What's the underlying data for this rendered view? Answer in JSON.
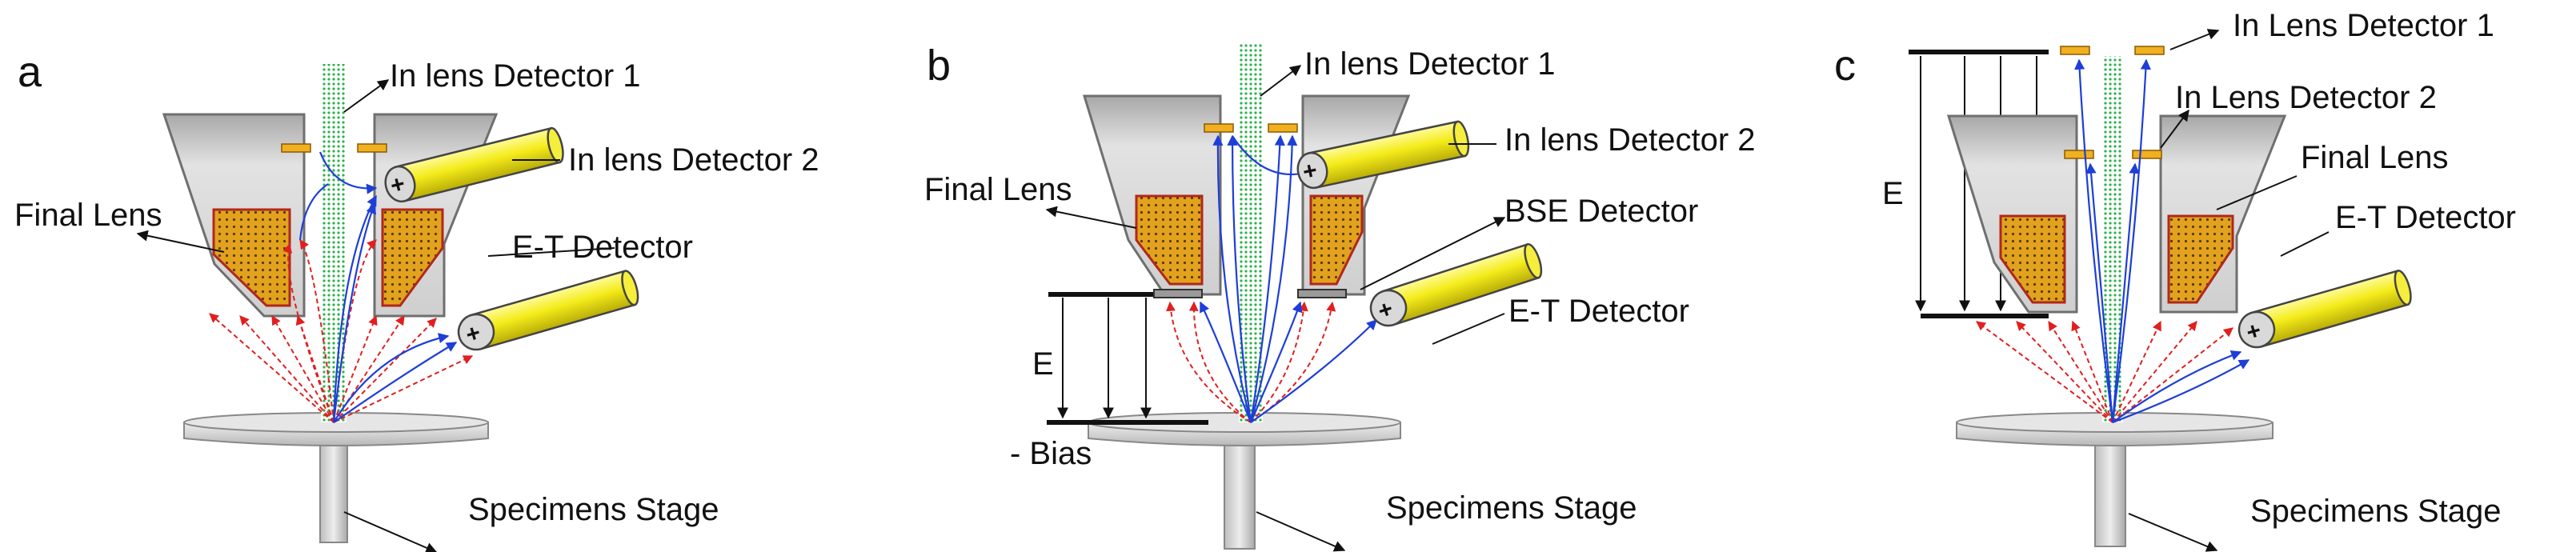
{
  "colors": {
    "lens_fill": "#c8c8c8",
    "lens_edge": "#6f6f6f",
    "coil": "#e0a020",
    "coil_border": "#b0281c",
    "beam": "#2db34a",
    "detector_cyl": "#f4ec1a",
    "detector_plate": "#f0b020",
    "secondary_ray": "#e02020",
    "backscatter_ray": "#1e3ed8",
    "stage": "#cfcfcf"
  },
  "panels": [
    {
      "letter": "a",
      "labels": {
        "in_lens_1": "In lens Detector 1",
        "in_lens_2": "In lens Detector 2",
        "final_lens": "Final Lens",
        "et_detector": "E-T Detector",
        "stage": "Specimens Stage"
      }
    },
    {
      "letter": "b",
      "labels": {
        "in_lens_1": "In lens Detector 1",
        "in_lens_2": "In lens Detector 2",
        "final_lens": "Final Lens",
        "bse_detector": "BSE Detector",
        "et_detector": "E-T Detector",
        "field": "E",
        "bias": "- Bias",
        "stage": "Specimens Stage"
      }
    },
    {
      "letter": "c",
      "labels": {
        "in_lens_1": "In Lens Detector 1",
        "in_lens_2": "In Lens Detector 2",
        "final_lens": "Final Lens",
        "et_detector": "E-T Detector",
        "field": "E",
        "stage": "Specimens Stage"
      }
    }
  ]
}
